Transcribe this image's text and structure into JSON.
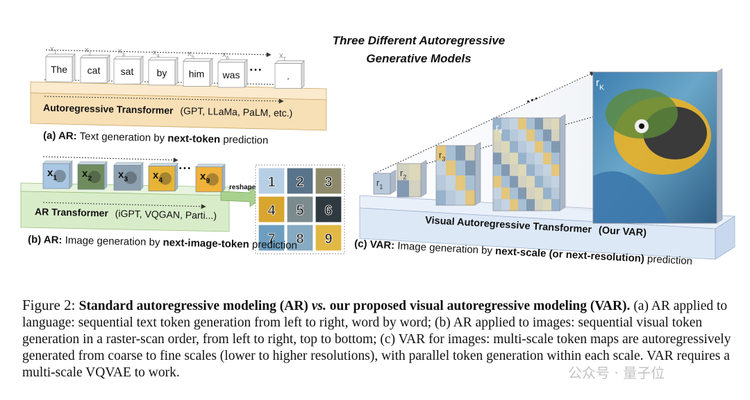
{
  "figure": {
    "title_line1": "Three  Different  Autoregressive",
    "title_line2": "Generative  Models",
    "panel_a": {
      "token_labels": [
        "x1",
        "x2",
        "x3",
        "x4",
        "x5",
        "x6",
        "xT"
      ],
      "token_label_parts": [
        [
          "x",
          "1"
        ],
        [
          "x",
          "2"
        ],
        [
          "x",
          "3"
        ],
        [
          "x",
          "4"
        ],
        [
          "x",
          "5"
        ],
        [
          "x",
          "6"
        ],
        [
          "x",
          "T"
        ]
      ],
      "words": [
        "The",
        "cat",
        "sat",
        "by",
        "him",
        "was",
        "."
      ],
      "ellipsis": "• • •",
      "transformer_name": "Autoregressive Transformer",
      "transformer_examples": "(GPT, LLaMa, PaLM, etc.)",
      "caption_prefix": "(a) AR:",
      "caption_mid": " Text generation by ",
      "caption_bold": "next-token",
      "caption_suffix": " prediction"
    },
    "panel_b": {
      "tokens": [
        [
          "x",
          "1"
        ],
        [
          "x",
          "2"
        ],
        [
          "x",
          "3"
        ],
        [
          "x",
          "4"
        ],
        [
          "x",
          "9"
        ]
      ],
      "reshape_label": "reshape",
      "grid_numbers": [
        "1",
        "2",
        "3",
        "4",
        "5",
        "6",
        "7",
        "8",
        "9"
      ],
      "transformer_name": "AR Transformer",
      "transformer_examples": "(iGPT, VQGAN, Parti...)",
      "caption_prefix": "(b) AR:",
      "caption_mid": " Image generation by ",
      "caption_bold": "next-image-token",
      "caption_suffix": " prediction"
    },
    "panel_c": {
      "scales": [
        [
          "r",
          "1"
        ],
        [
          "r",
          "2"
        ],
        [
          "r",
          "3"
        ],
        [
          "r",
          "4"
        ],
        [
          "r",
          "K"
        ]
      ],
      "transformer_name": "Visual Autoregressive Transformer",
      "transformer_examples": "(Our VAR)",
      "caption_prefix": "(c) VAR:",
      "caption_mid": " Image generation by ",
      "caption_bold": "next-scale (or next-resolution)",
      "caption_suffix": " prediction"
    },
    "colors": {
      "panel_a_box": "#f7dfb6",
      "panel_b_box": "#d9ecc9",
      "panel_c_box": "#dde8f6",
      "parrot_blue": "#5e8fb5",
      "parrot_yellow": "#f2b31c"
    }
  },
  "caption": {
    "label": "Figure 2: ",
    "bold_1": "Standard autoregressive modeling (AR) ",
    "italic_vs": "vs.",
    "bold_2": " our proposed visual autoregressive modeling (VAR).",
    "body": "(a) AR applied to language: sequential text token generation from left to right, word by word; (b) AR applied to images: sequential visual token generation in a raster-scan order, from left to right, top to bottom; (c) VAR for images: multi-scale token maps are autoregressively generated from coarse to fine scales (lower to higher resolutions), with parallel token generation within each scale. VAR requires a multi-scale VQVAE to work."
  },
  "watermark": "公众号 · 量子位"
}
